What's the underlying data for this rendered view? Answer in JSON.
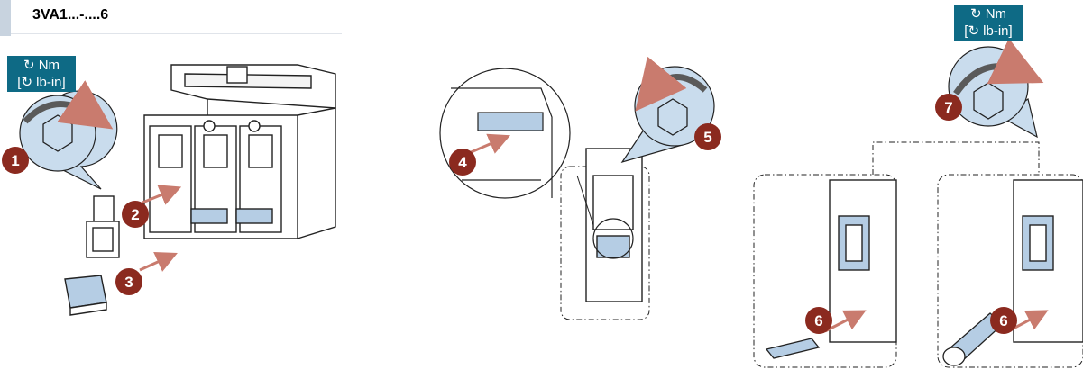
{
  "header": {
    "title": "3VA1...-....6"
  },
  "torque_labels": [
    {
      "line1": "↻ Nm",
      "line2": "[↻ lb-in]"
    },
    {
      "line1": "↻ Nm",
      "line2": "[↻ lb-in]"
    }
  ],
  "steps": [
    "1",
    "2",
    "3",
    "4",
    "5",
    "6",
    "6",
    "7"
  ],
  "colors": {
    "step_badge": "#8b2a1f",
    "torque_box": "#0e6a85",
    "callout_fill": "#c9dced",
    "arrow": "#c97b6e",
    "terminal": "#b5cde4"
  }
}
